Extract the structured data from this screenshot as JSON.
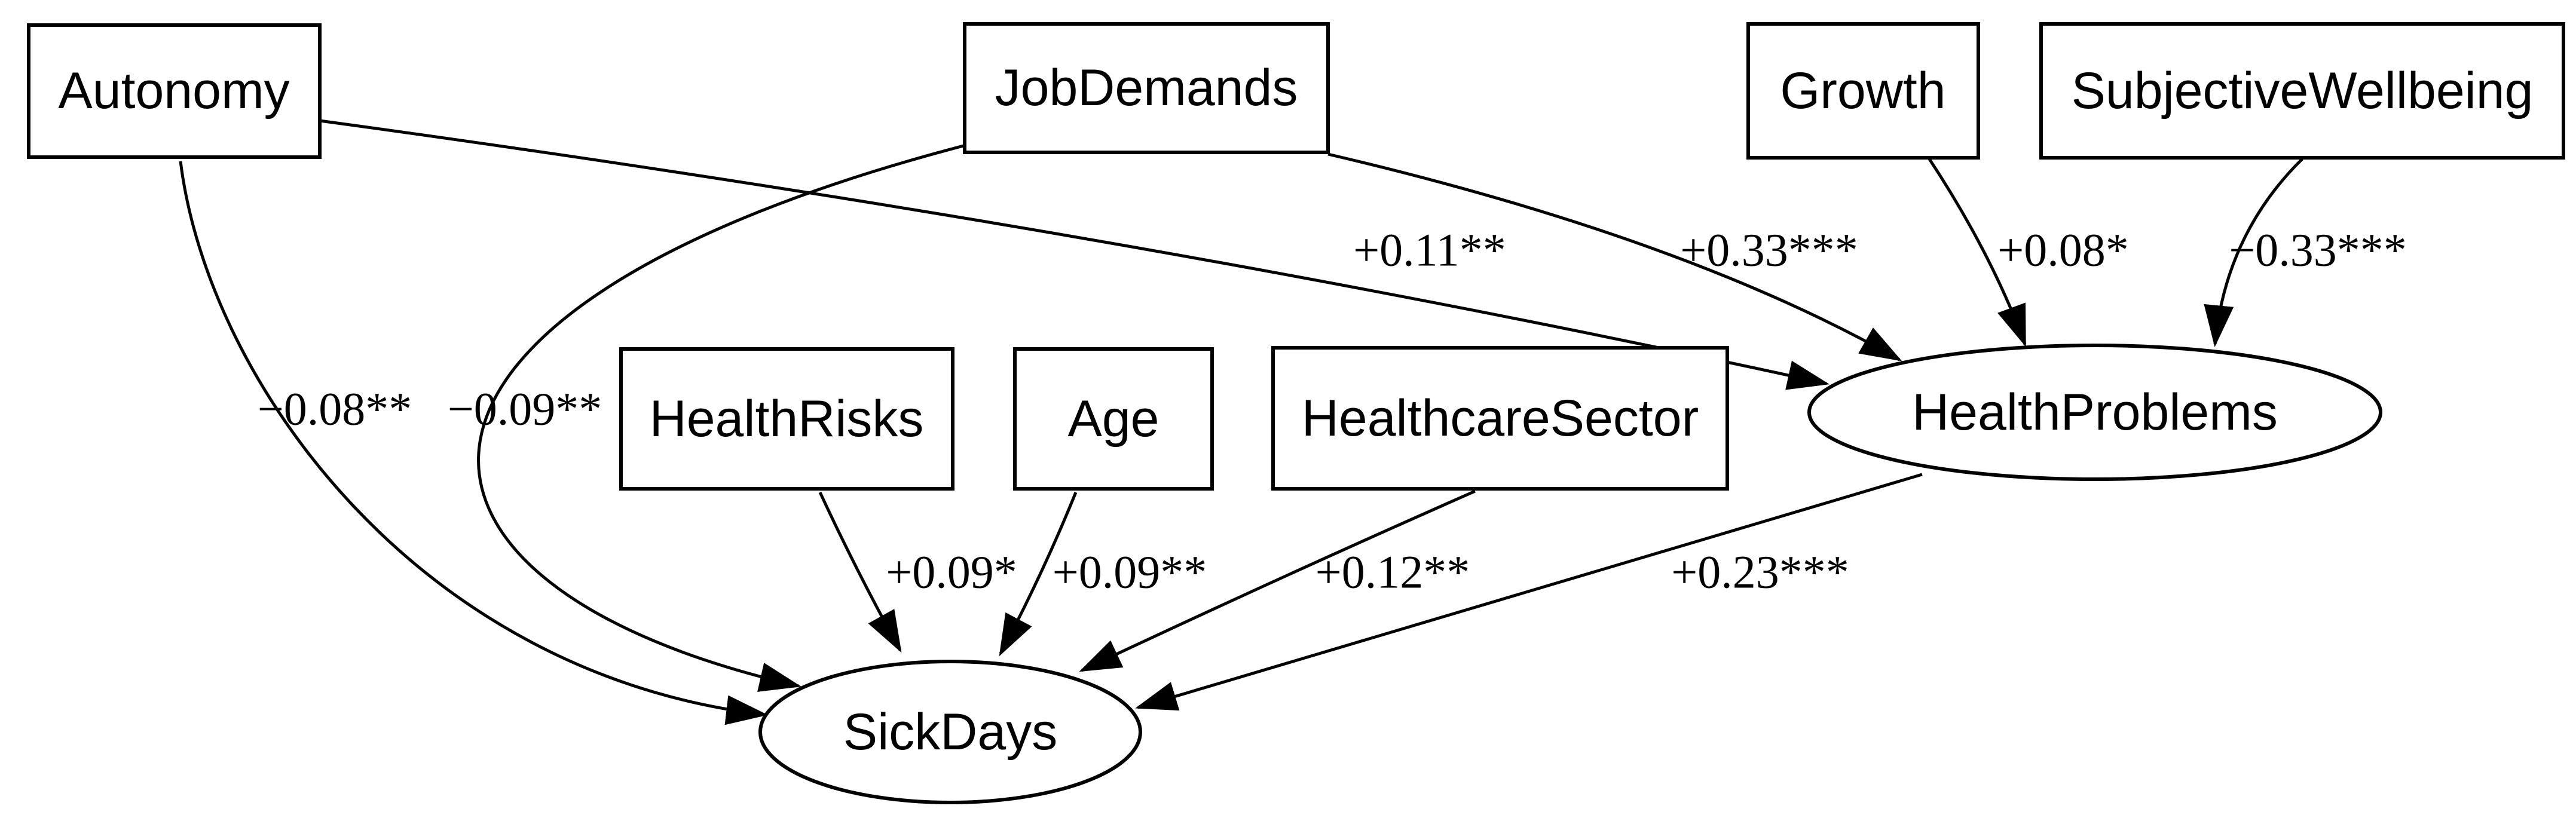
{
  "diagram": {
    "type": "path-model",
    "background_color": "#ffffff",
    "line_color": "#000000",
    "nodes": [
      {
        "id": "autonomy",
        "label": "Autonomy",
        "shape": "rect"
      },
      {
        "id": "jobdemands",
        "label": "JobDemands",
        "shape": "rect"
      },
      {
        "id": "growth",
        "label": "Growth",
        "shape": "rect"
      },
      {
        "id": "subjectivewellbeing",
        "label": "SubjectiveWellbeing",
        "shape": "rect"
      },
      {
        "id": "healthrisks",
        "label": "HealthRisks",
        "shape": "rect"
      },
      {
        "id": "age",
        "label": "Age",
        "shape": "rect"
      },
      {
        "id": "healthcaresector",
        "label": "HealthcareSector",
        "shape": "rect"
      },
      {
        "id": "healthproblems",
        "label": "HealthProblems",
        "shape": "ellipse"
      },
      {
        "id": "sickdays",
        "label": "SickDays",
        "shape": "ellipse"
      }
    ],
    "edges": [
      {
        "from": "Autonomy",
        "to": "HealthProblems",
        "label": "+0.11**"
      },
      {
        "from": "JobDemands",
        "to": "HealthProblems",
        "label": "+0.33***"
      },
      {
        "from": "Growth",
        "to": "HealthProblems",
        "label": "+0.08*"
      },
      {
        "from": "SubjectiveWellbeing",
        "to": "HealthProblems",
        "label": "−0.33***"
      },
      {
        "from": "Autonomy",
        "to": "SickDays",
        "label": "−0.08**"
      },
      {
        "from": "JobDemands",
        "to": "SickDays",
        "label": "−0.09**"
      },
      {
        "from": "HealthRisks",
        "to": "SickDays",
        "label": "+0.09*"
      },
      {
        "from": "Age",
        "to": "SickDays",
        "label": "+0.09**"
      },
      {
        "from": "HealthcareSector",
        "to": "SickDays",
        "label": "+0.12**"
      },
      {
        "from": "HealthProblems",
        "to": "SickDays",
        "label": "+0.23***"
      }
    ]
  }
}
